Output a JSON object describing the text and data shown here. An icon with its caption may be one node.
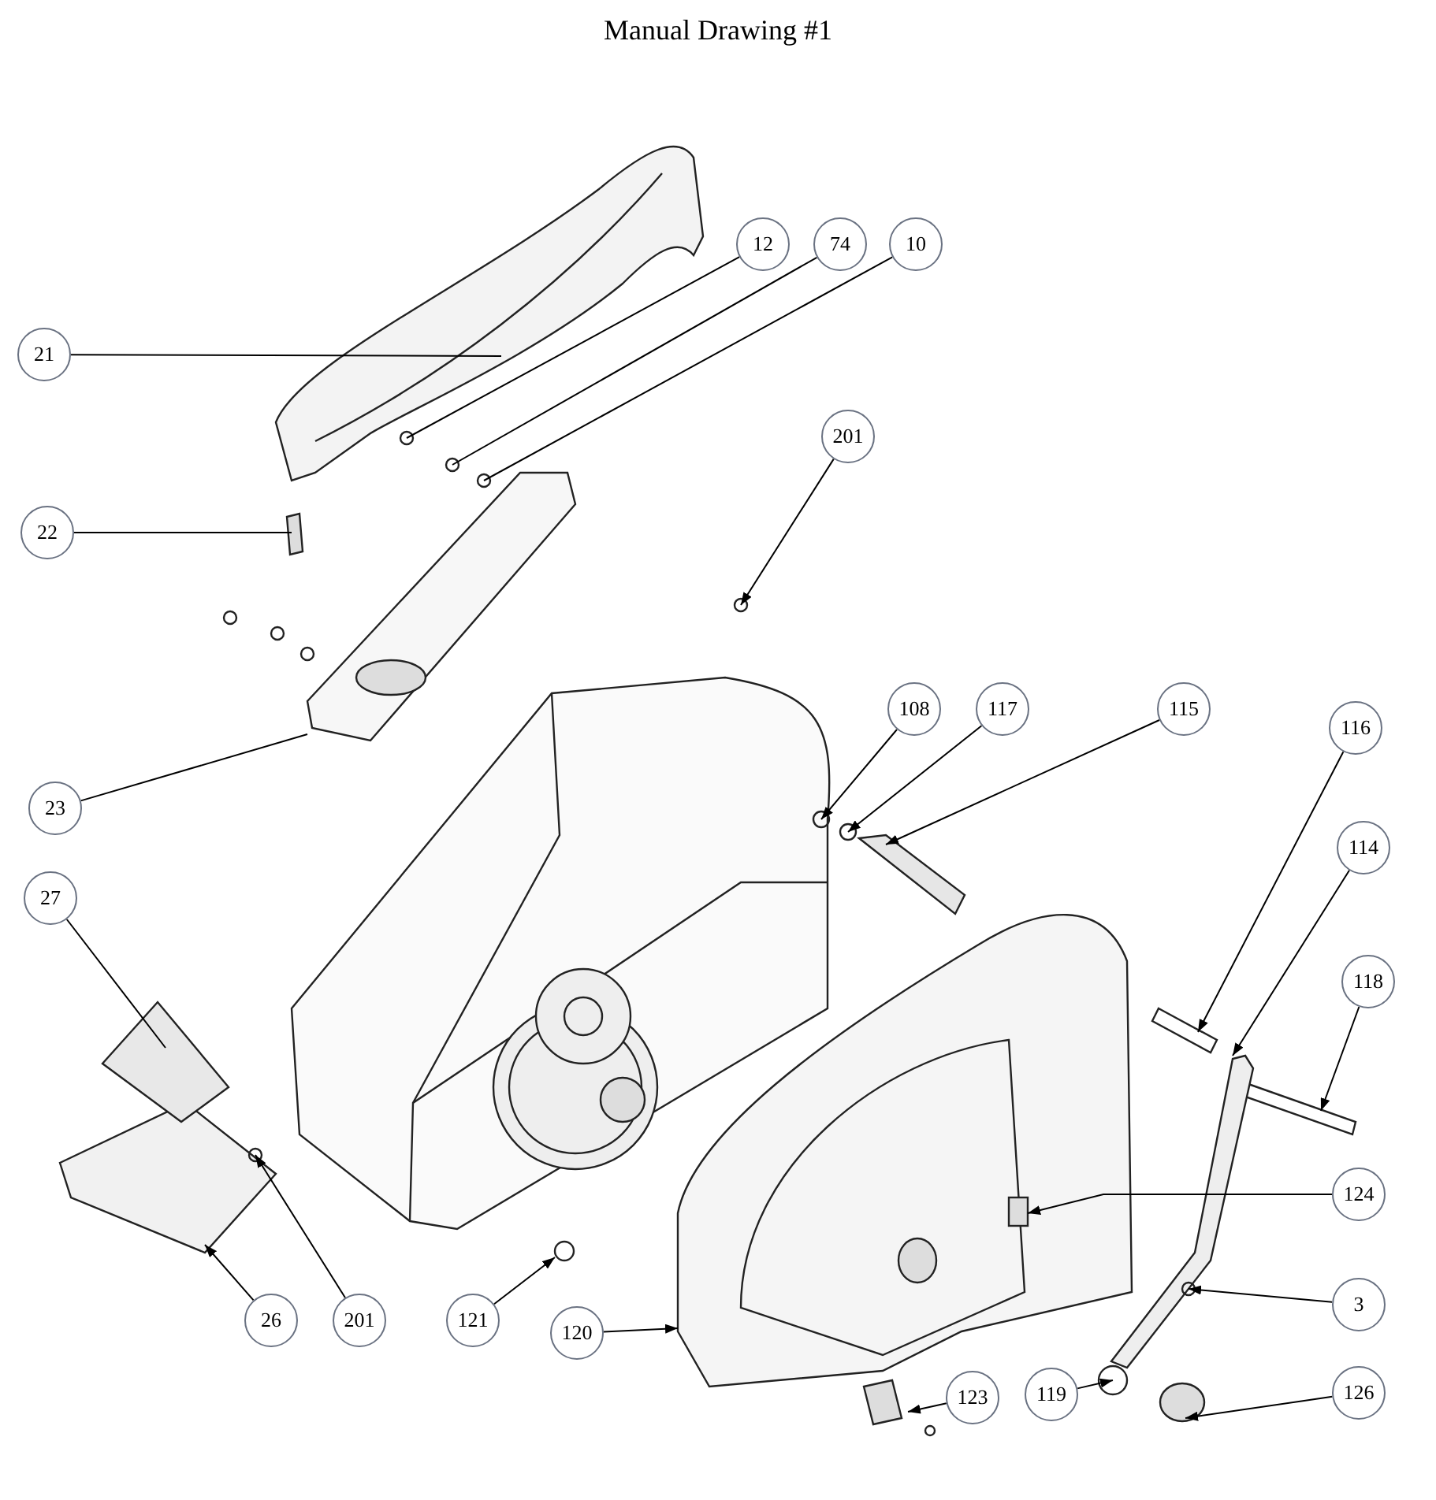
{
  "diagram": {
    "title": "Manual Drawing #1",
    "nodes": [
      {
        "text": [
          "12"
        ]
      },
      {
        "text": [
          "74"
        ]
      },
      {
        "text": [
          "10"
        ]
      },
      {
        "text": [
          "21"
        ]
      },
      {
        "text": [
          "201"
        ]
      },
      {
        "text": [
          "22"
        ]
      },
      {
        "text": [
          "108"
        ]
      },
      {
        "text": [
          "117"
        ]
      },
      {
        "text": [
          "115"
        ]
      },
      {
        "text": [
          "116"
        ]
      },
      {
        "text": [
          "23"
        ]
      },
      {
        "text": [
          "114"
        ]
      },
      {
        "text": [
          "27"
        ]
      },
      {
        "text": [
          "118"
        ]
      },
      {
        "text": [
          "124"
        ]
      },
      {
        "text": [
          "3"
        ]
      },
      {
        "text": [
          "26"
        ]
      },
      {
        "text": [
          "201"
        ]
      },
      {
        "text": [
          "121"
        ]
      },
      {
        "text": [
          "120"
        ]
      },
      {
        "text": [
          "126"
        ]
      },
      {
        "text": [
          "119"
        ]
      },
      {
        "text": [
          "123"
        ]
      }
    ],
    "edges": [
      {
        "from": 0,
        "to": null,
        "arrow": "none"
      },
      {
        "from": 1,
        "to": null,
        "arrow": "none"
      },
      {
        "from": 2,
        "to": null,
        "arrow": "none"
      },
      {
        "from": 3,
        "to": null,
        "arrow": "none"
      },
      {
        "from": 4,
        "to": null,
        "arrow": "to"
      },
      {
        "from": 5,
        "to": null,
        "arrow": "none"
      },
      {
        "from": 6,
        "to": null,
        "arrow": "to"
      },
      {
        "from": 7,
        "to": null,
        "arrow": "to"
      },
      {
        "from": 8,
        "to": null,
        "arrow": "to"
      },
      {
        "from": 9,
        "to": null,
        "arrow": "to"
      },
      {
        "from": 10,
        "to": null,
        "arrow": "none"
      },
      {
        "from": 11,
        "to": null,
        "arrow": "to"
      },
      {
        "from": 12,
        "to": null,
        "arrow": "none"
      },
      {
        "from": 13,
        "to": null,
        "arrow": "to"
      },
      {
        "from": 14,
        "to": null,
        "arrow": "to"
      },
      {
        "from": 15,
        "to": null,
        "arrow": "to"
      },
      {
        "from": 16,
        "to": null,
        "arrow": "to"
      },
      {
        "from": 17,
        "to": null,
        "arrow": "to"
      },
      {
        "from": 18,
        "to": null,
        "arrow": "to"
      },
      {
        "from": 19,
        "to": null,
        "arrow": "to"
      },
      {
        "from": 20,
        "to": null,
        "arrow": "to"
      },
      {
        "from": 21,
        "to": null,
        "arrow": "to"
      },
      {
        "from": 22,
        "to": null,
        "arrow": "to"
      }
    ]
  }
}
